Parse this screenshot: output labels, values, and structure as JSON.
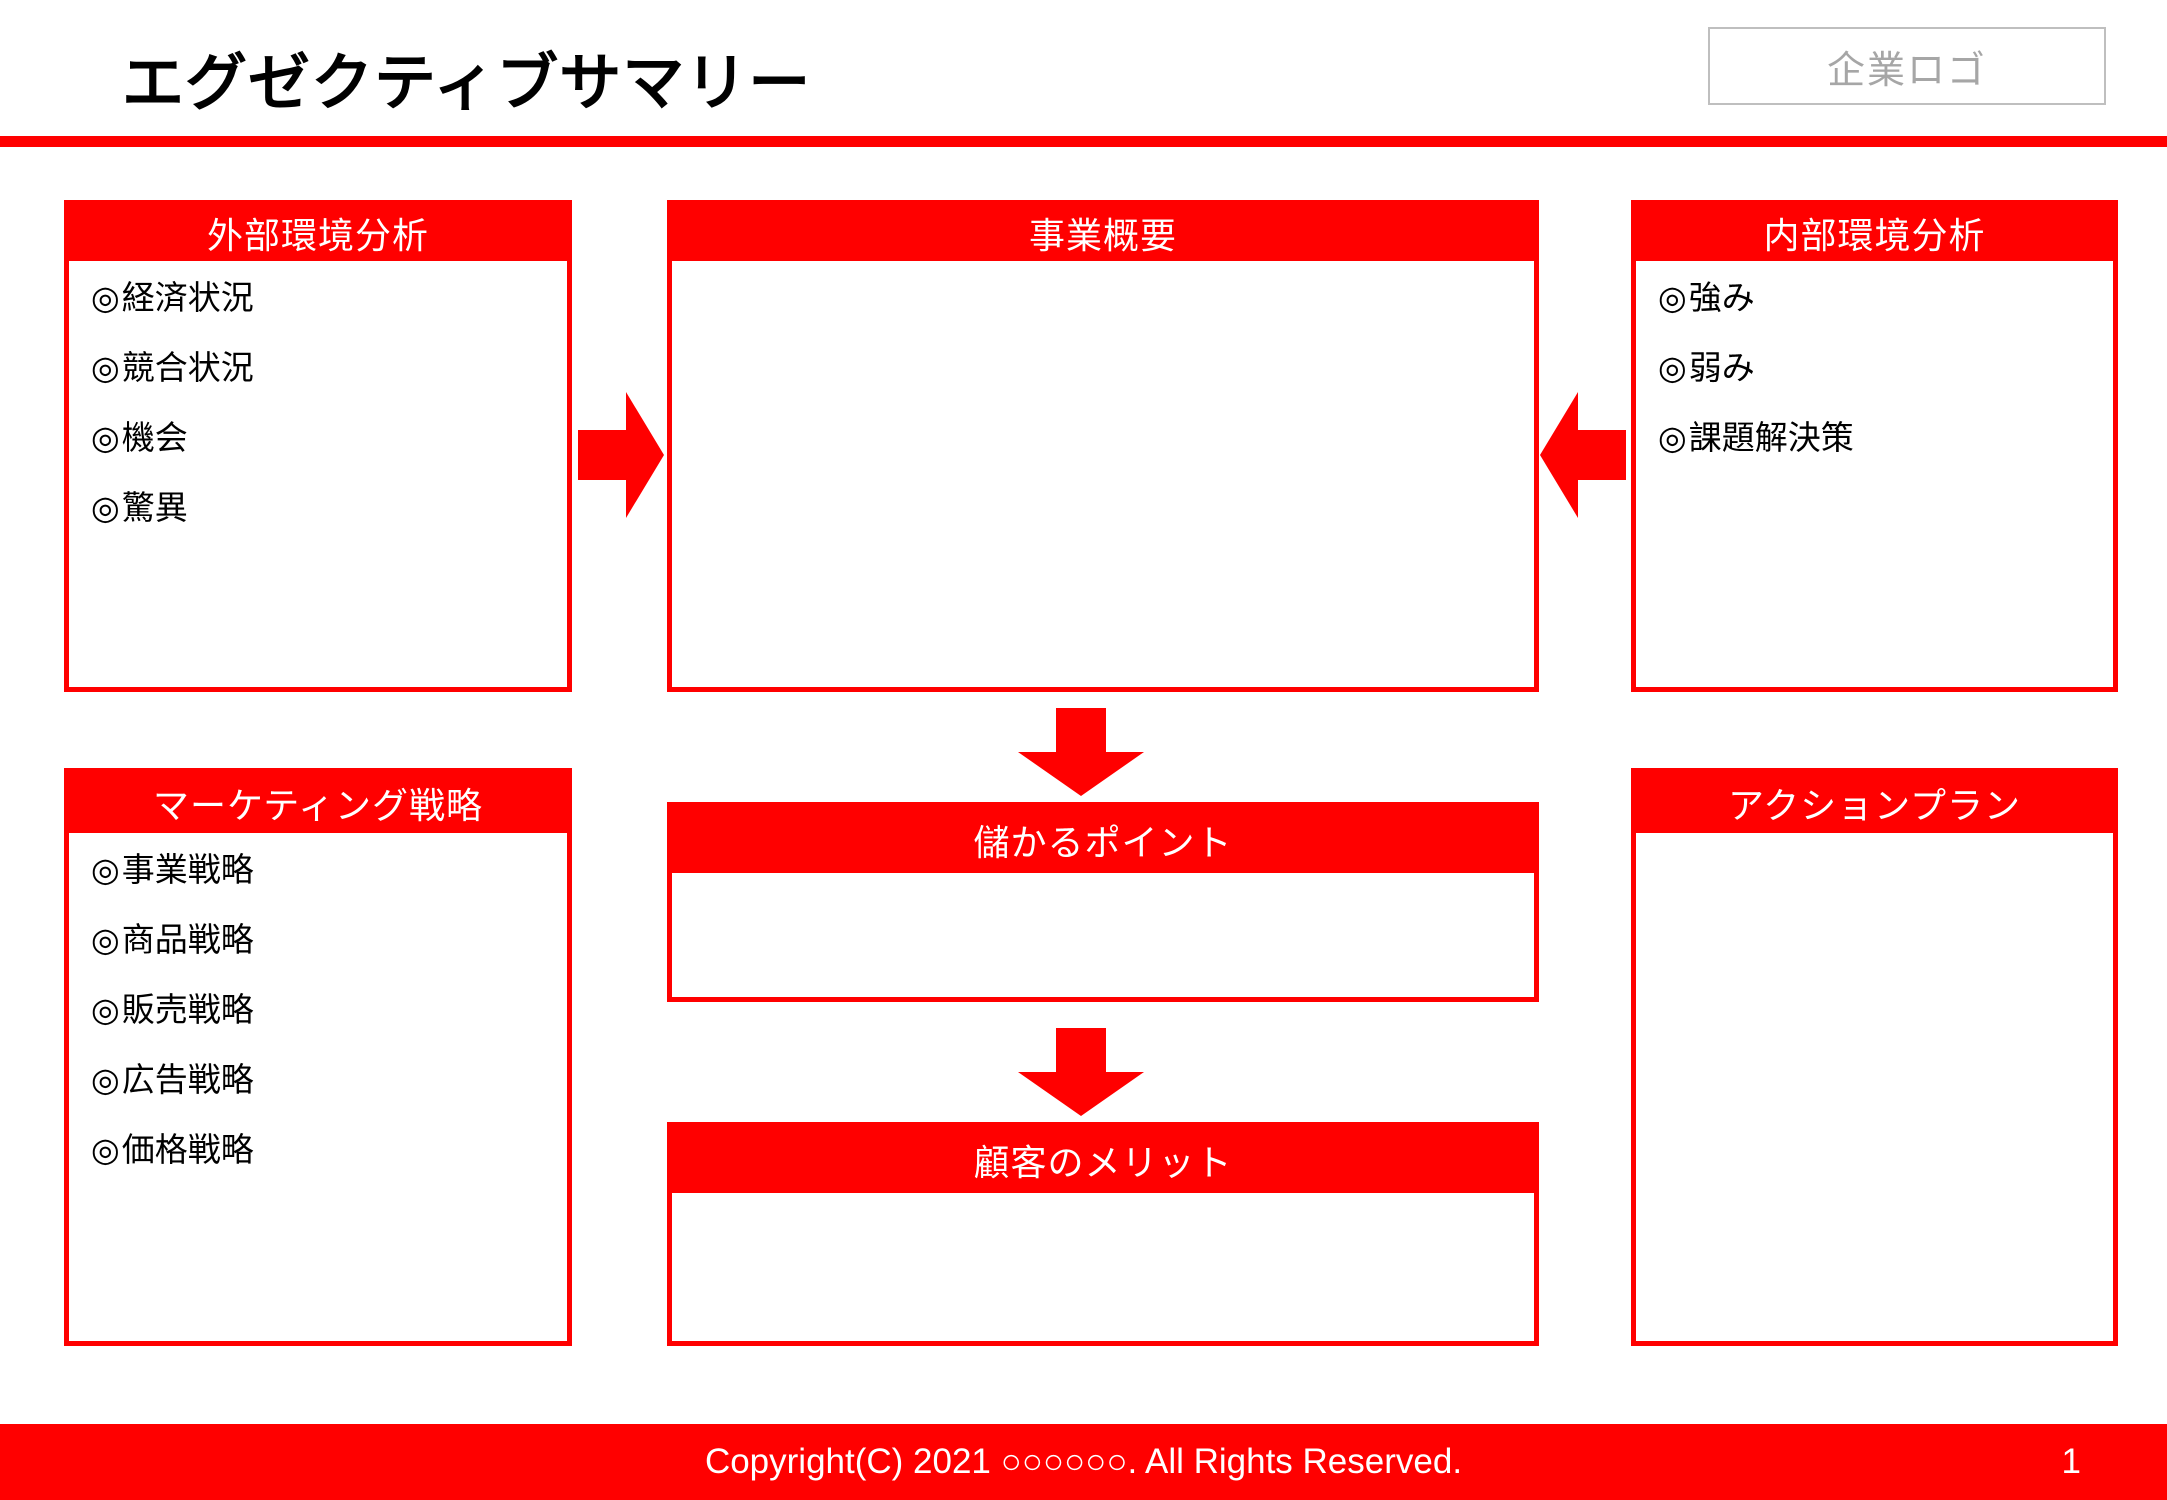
{
  "header": {
    "title": "エグゼクティブサマリー",
    "logo_placeholder": "企業ロゴ"
  },
  "colors": {
    "accent_red": "#FF0000",
    "logo_border": "#BFBFBF",
    "logo_text": "#A6A6A6",
    "text": "#000000",
    "panel_bg": "#FFFFFF"
  },
  "panels": {
    "external": {
      "title": "外部環境分析",
      "items": [
        "経済状況",
        "競合状況",
        "機会",
        "驚異"
      ]
    },
    "business": {
      "title": "事業概要",
      "items": []
    },
    "internal": {
      "title": "内部環境分析",
      "items": [
        "強み",
        "弱み",
        "課題解決策"
      ]
    },
    "marketing": {
      "title": "マーケティング戦略",
      "items": [
        "事業戦略",
        "商品戦略",
        "販売戦略",
        "広告戦略",
        "価格戦略"
      ]
    },
    "profit": {
      "title": "儲かるポイント",
      "items": []
    },
    "customer": {
      "title": "顧客のメリット",
      "items": []
    },
    "action": {
      "title": "アクションプラン",
      "items": []
    }
  },
  "bullet_mark": "◎",
  "arrows": {
    "right": "arrow-right-icon",
    "left": "arrow-left-icon",
    "down_1": "arrow-down-icon",
    "down_2": "arrow-down-icon"
  },
  "footer": {
    "copyright": "Copyright(C) 2021 ○○○○○○. All Rights Reserved.",
    "page_number": "1"
  }
}
